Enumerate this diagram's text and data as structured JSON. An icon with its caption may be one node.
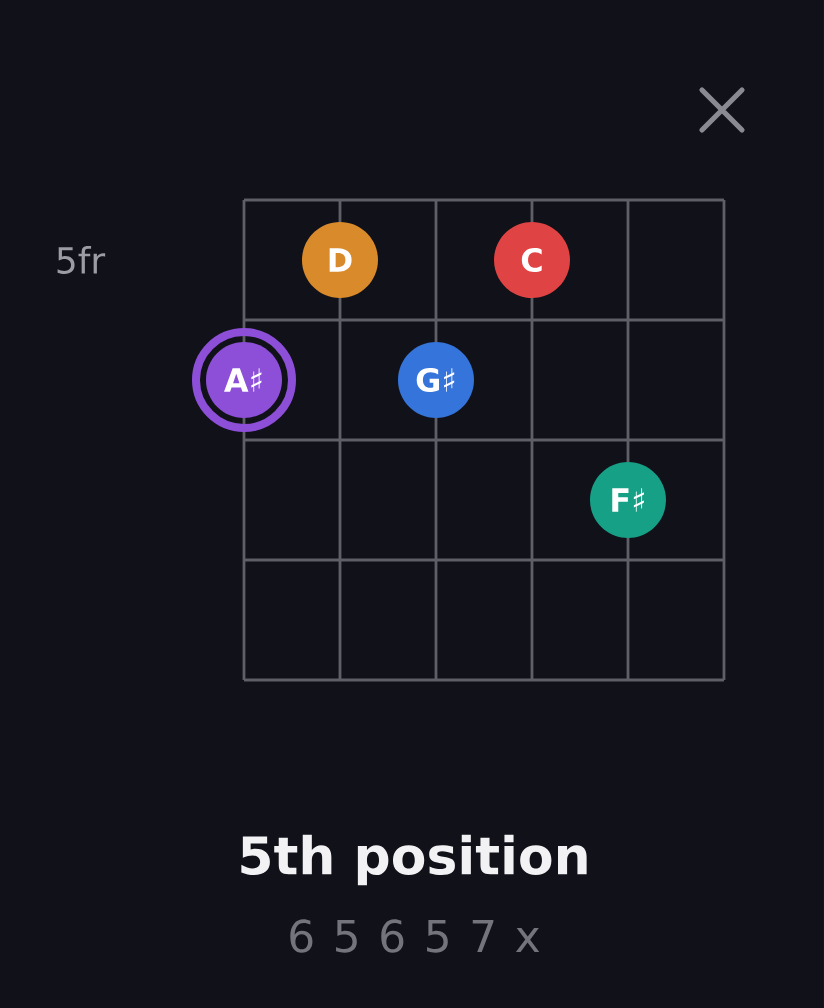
{
  "diagram": {
    "title": "5th position",
    "caption": "6 5 6 5 7 x",
    "nodes": [
      {
        "text": [
          "D"
        ]
      },
      {
        "text": [
          "C"
        ]
      },
      {
        "text": [
          "A♯"
        ]
      },
      {
        "text": [
          "G♯"
        ]
      },
      {
        "text": [
          "F♯"
        ]
      }
    ],
    "labels": [
      "5fr"
    ]
  }
}
